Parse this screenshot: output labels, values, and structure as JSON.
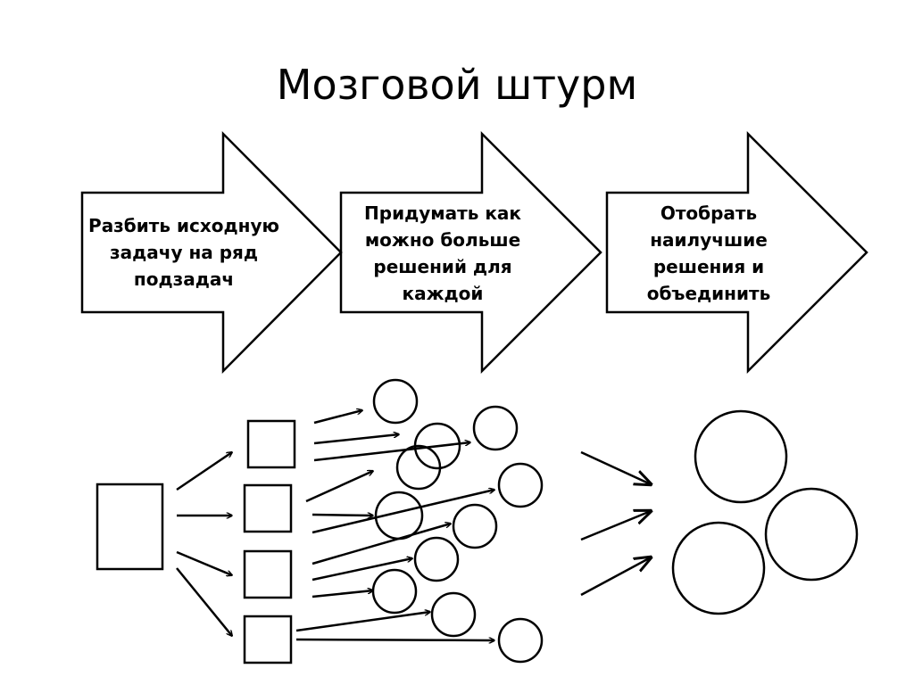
{
  "slide": {
    "title": "Мозговой штурм",
    "steps": [
      {
        "label": "Разбить исходную задачу на ряд подзадач"
      },
      {
        "label": "Придумать как можно больше решений для каждой"
      },
      {
        "label": "Отобрать наилучшие решения и объединить"
      }
    ]
  }
}
